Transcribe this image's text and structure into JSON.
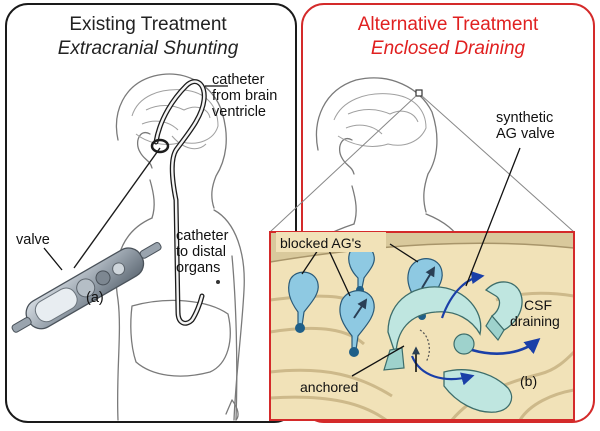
{
  "left_panel": {
    "title": "Existing Treatment",
    "subtitle": "Extracranial Shunting",
    "labels": {
      "catheter_brain_l1": "catheter",
      "catheter_brain_l2": "from brain",
      "catheter_brain_l3": "ventricle",
      "catheter_distal_l1": "catheter",
      "catheter_distal_l2": "to distal",
      "catheter_distal_l3": "organs",
      "valve": "valve",
      "panel_a": "(a)"
    }
  },
  "right_panel": {
    "title": "Alternative Treatment",
    "subtitle": "Enclosed Draining",
    "labels": {
      "synthetic_l1": "synthetic",
      "synthetic_l2": "AG valve",
      "blocked": "blocked AG's",
      "csf_l1": "CSF",
      "csf_l2": "draining",
      "anchored": "anchored",
      "panel_b": "(b)"
    }
  },
  "colors": {
    "left_border": "#1a1a1a",
    "right_border": "#d42a2a",
    "title_left": "#222222",
    "title_right": "#e02020",
    "tissue": "#f1e2b8",
    "membrane": "#cdb98a",
    "ag_fill": "#8ec9e2",
    "valve_fill": "#bfe6e0",
    "arrow_blue": "#1a3fa8"
  }
}
